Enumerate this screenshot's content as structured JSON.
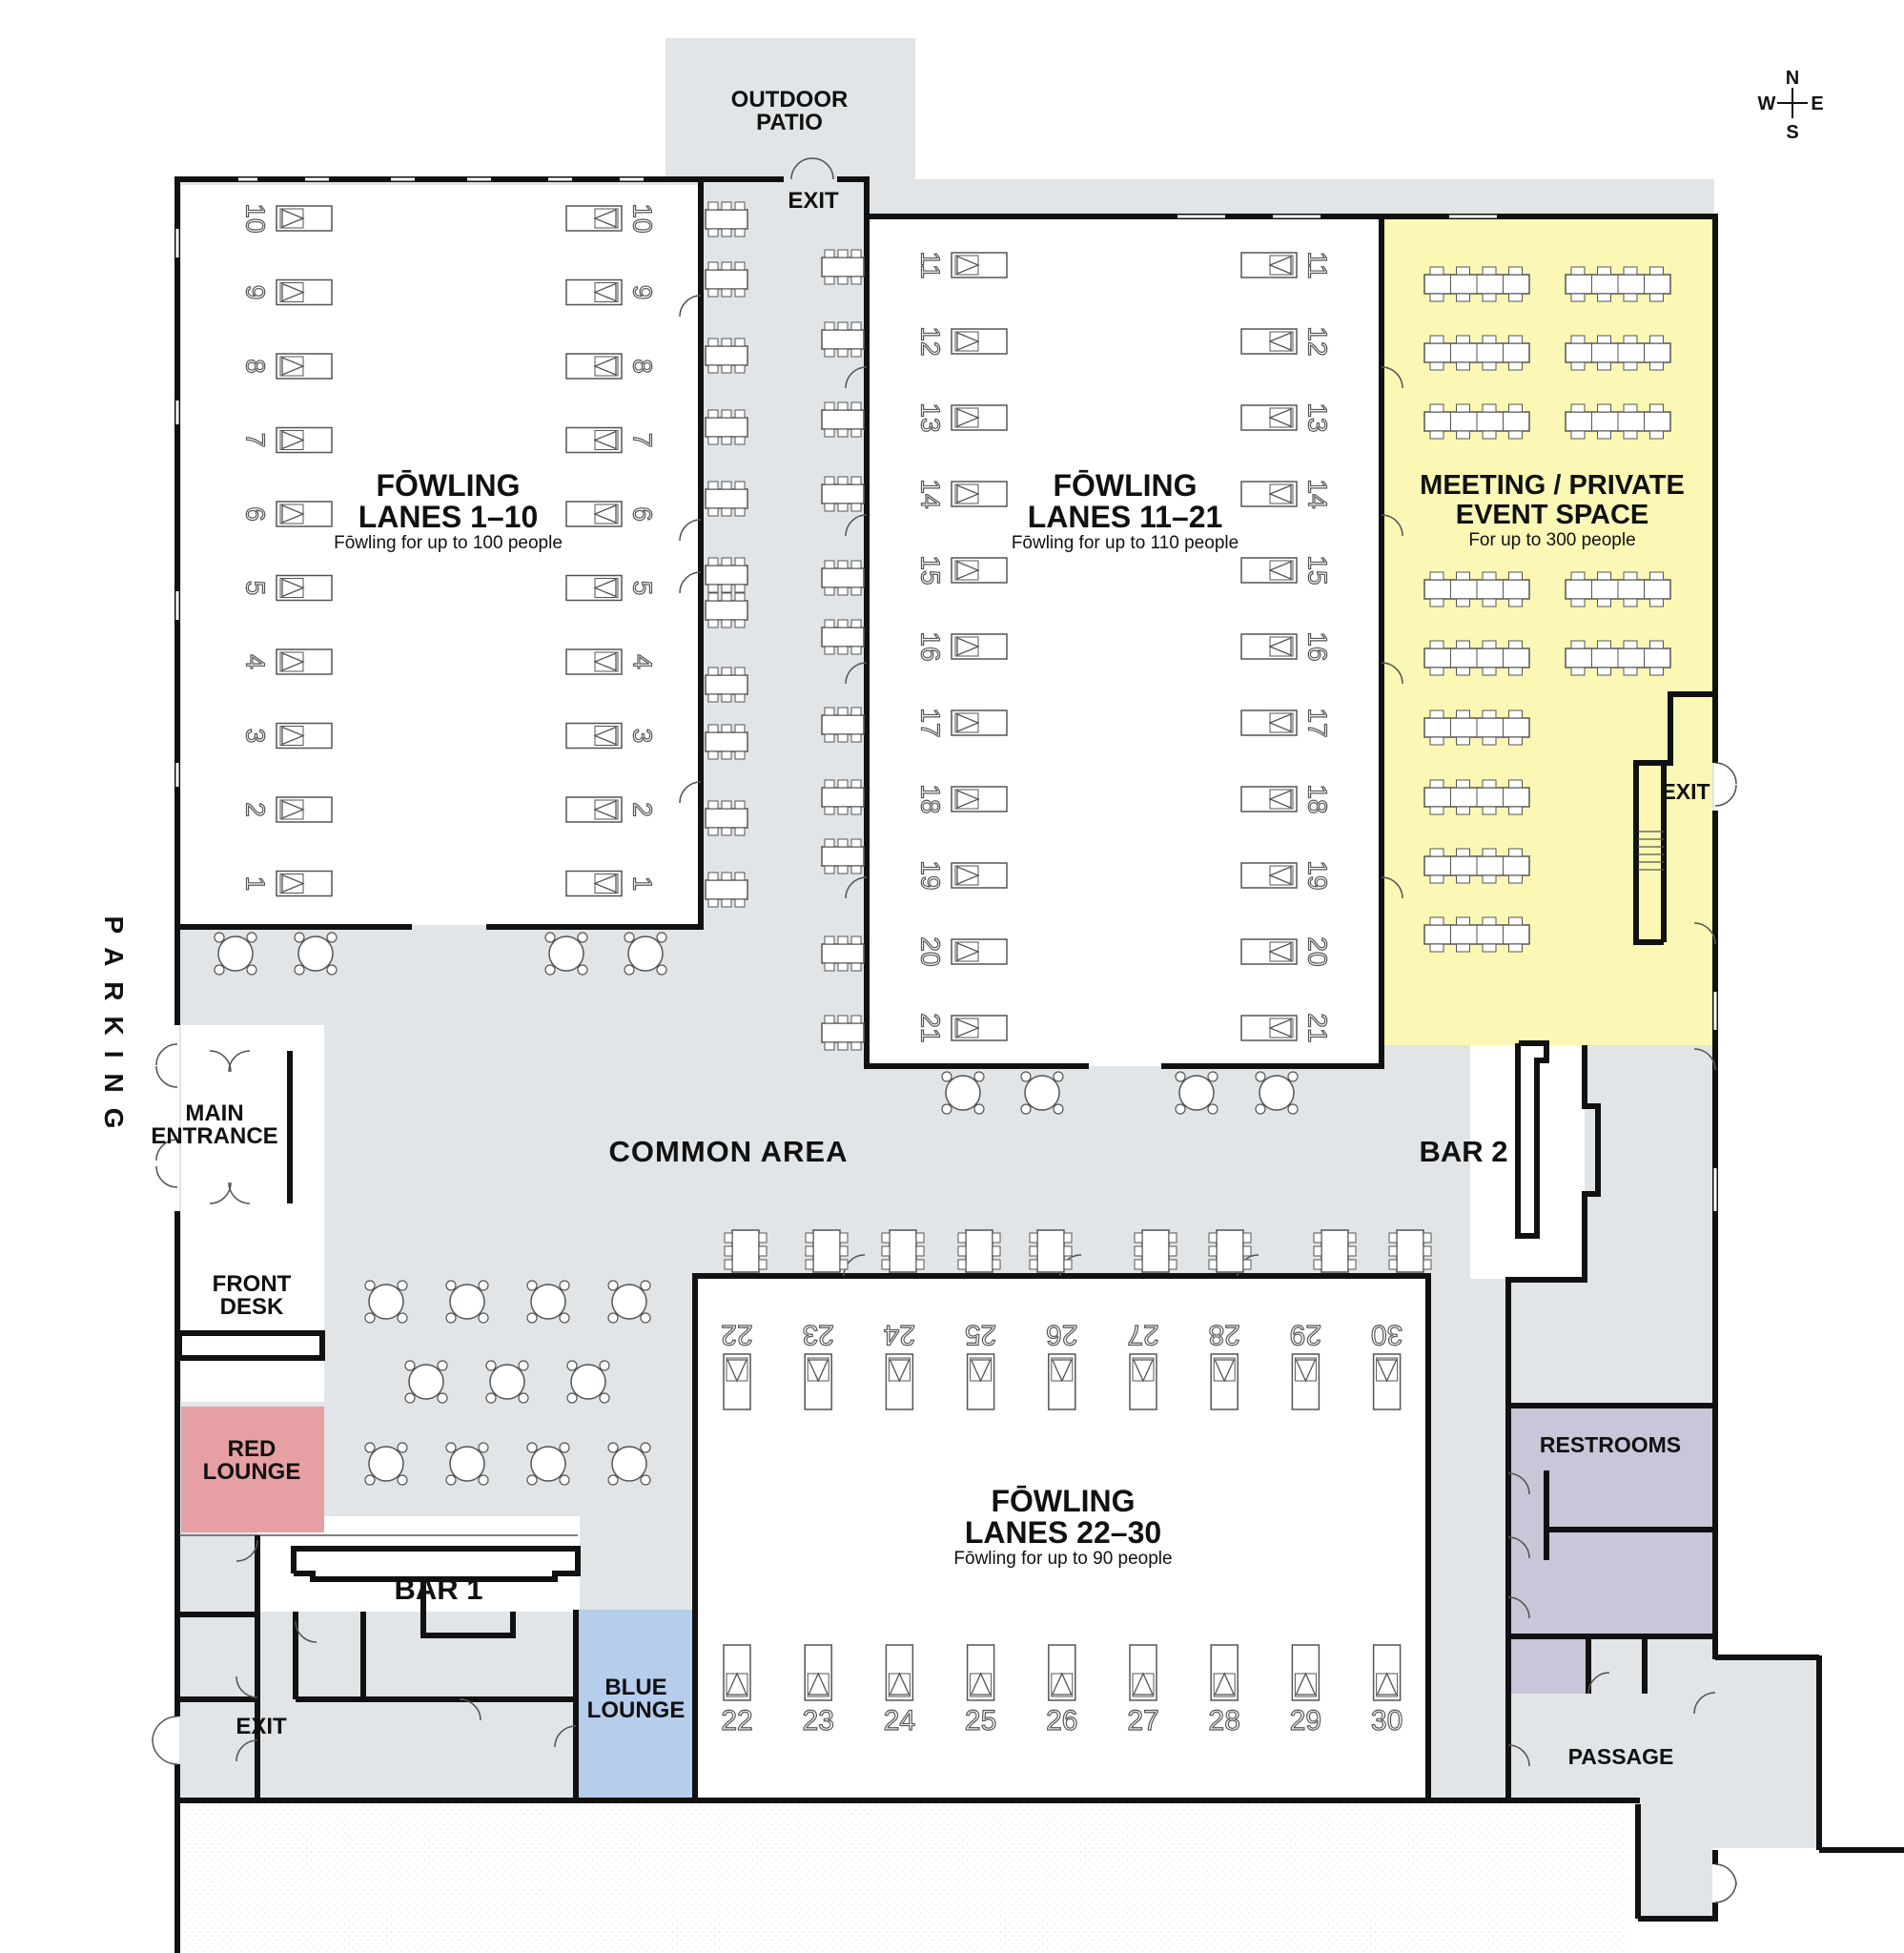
{
  "compass": {
    "n": "N",
    "s": "S",
    "e": "E",
    "w": "W"
  },
  "rooms": {
    "outdoor_patio": [
      "OUTDOOR",
      "PATIO"
    ],
    "exit_north": "EXIT",
    "lanes_1_10": {
      "title": [
        "FŌWLING",
        "LANES 1–10"
      ],
      "capacity": "Fōwling for up to 100 people",
      "lane_numbers": [
        "10",
        "9",
        "8",
        "7",
        "6",
        "5",
        "4",
        "3",
        "2",
        "1"
      ]
    },
    "lanes_11_21": {
      "title": [
        "FŌWLING",
        "LANES 11–21"
      ],
      "capacity": "Fōwling for up to 110 people",
      "lane_numbers": [
        "11",
        "12",
        "13",
        "14",
        "15",
        "16",
        "17",
        "18",
        "19",
        "20",
        "21"
      ]
    },
    "meeting": {
      "title": [
        "MEETING / PRIVATE",
        "EVENT SPACE"
      ],
      "capacity": "For up to 300 people"
    },
    "exit_east": "EXIT",
    "parking": "PARKING",
    "main_entrance": [
      "MAIN",
      "ENTRANCE"
    ],
    "common_area": "COMMON AREA",
    "bar_2": "BAR 2",
    "front_desk": [
      "FRONT",
      "DESK"
    ],
    "red_lounge": [
      "RED",
      "LOUNGE"
    ],
    "bar_1": "BAR 1",
    "exit_west": "EXIT",
    "blue_lounge": [
      "BLUE",
      "LOUNGE"
    ],
    "lanes_22_30": {
      "title": [
        "FŌWLING",
        "LANES 22–30"
      ],
      "capacity": "Fōwling for up to 90 people",
      "lane_numbers": [
        "22",
        "23",
        "24",
        "25",
        "26",
        "27",
        "28",
        "29",
        "30"
      ]
    },
    "restrooms": "RESTROOMS",
    "passage": "PASSAGE"
  },
  "colors": {
    "common": "#e1e5e7",
    "meeting": "#faf8b4",
    "red_lounge": "#e6a0a4",
    "blue_lounge": "#b7cdec",
    "restrooms": "#cbc5d9",
    "walls": "#111111"
  }
}
